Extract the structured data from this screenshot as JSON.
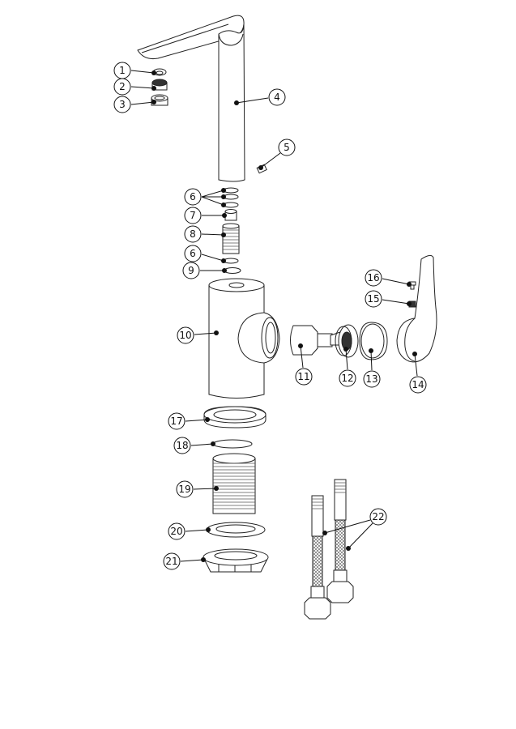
{
  "diagram": {
    "type": "exploded-parts-diagram",
    "callouts": [
      "1",
      "2",
      "3",
      "4",
      "5",
      "6",
      "7",
      "8",
      "6",
      "9",
      "10",
      "11",
      "12",
      "13",
      "14",
      "15",
      "16",
      "17",
      "18",
      "19",
      "20",
      "21",
      "22"
    ]
  }
}
